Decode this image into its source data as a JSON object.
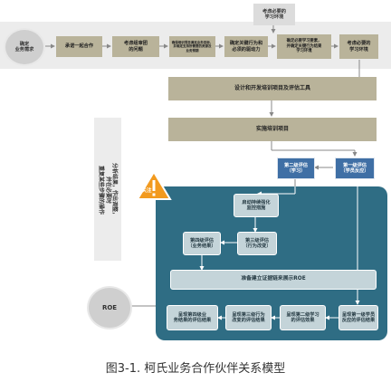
{
  "nodes": {
    "top_env": "考虑必要的\n学习环境",
    "start": "确定\n业务需求",
    "commit": "承诺一起合作",
    "review": "考虑组审团\n的问题",
    "plan": "确保培训项目满足业务目标，\n并确定支持所需要的资源及\n业务预期",
    "drivers": "确定关键行为和\n必须的驱动力",
    "support": "确定必要学习要素，\n并确定关键行为结果\n学习环境",
    "env": "考虑必要的\n学习环境",
    "design": "设计和开发培训项目及评估工具",
    "implement": "实施培训项目",
    "level2": "第二级评估\n（学习）",
    "level1": "第一级评估\n（学员反应）",
    "monitor": "启动持续强化\n监控措施",
    "level4": "第四级评估\n（业务结果）",
    "level3": "第三级评估\n（行为改变）",
    "roe_prep": "准备建立证据链来展示ROE",
    "rep4": "呈现第四级业\n务结果的评估结果",
    "rep3": "呈现第三级行为\n改变的评估结果",
    "rep2": "呈现第二级学习\n的评估效果",
    "rep1": "呈现第一级学员\n反应的评估结果",
    "roe": "ROE"
  },
  "side_text": "分析结果，作出调整，并在必要时\n重复某些步骤的操作",
  "warning_label": "关注",
  "caption": "图3-1. 柯氏业务合作伙伴关系模型",
  "colors": {
    "olive": "#b9b39a",
    "teal_panel": "#2f6d84",
    "blue": "#3f6fa5",
    "light": "#c4d4d9",
    "warning": "#f29a1f"
  }
}
